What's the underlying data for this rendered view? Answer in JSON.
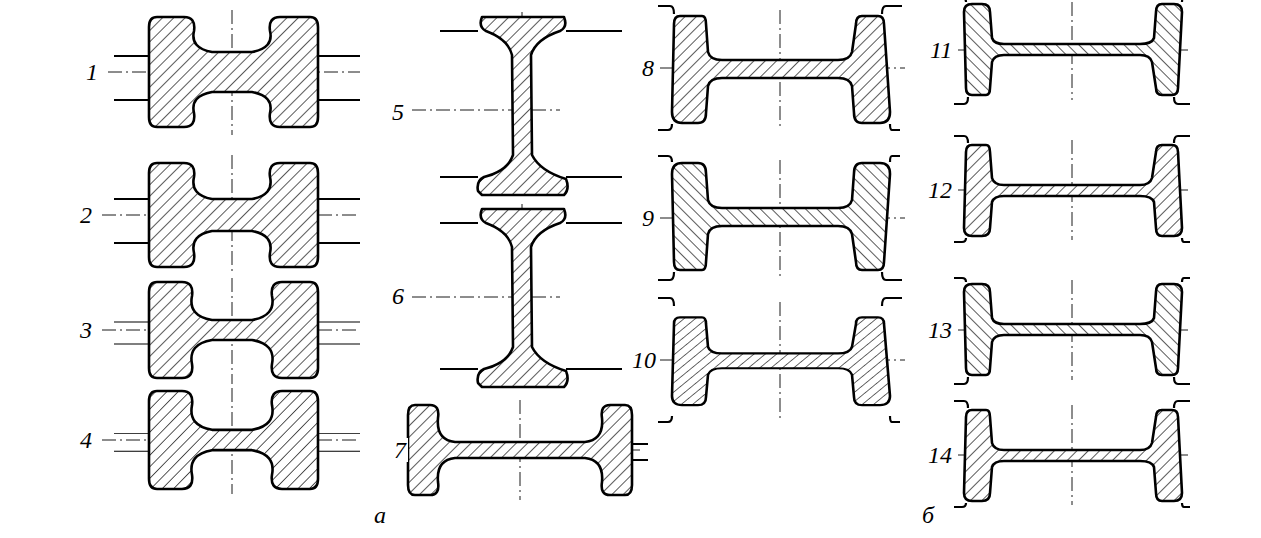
{
  "diagram": {
    "labels": [
      "1",
      "2",
      "3",
      "4",
      "5",
      "6",
      "7",
      "8",
      "9",
      "10",
      "11",
      "12",
      "13",
      "14",
      "а",
      "б"
    ]
  }
}
